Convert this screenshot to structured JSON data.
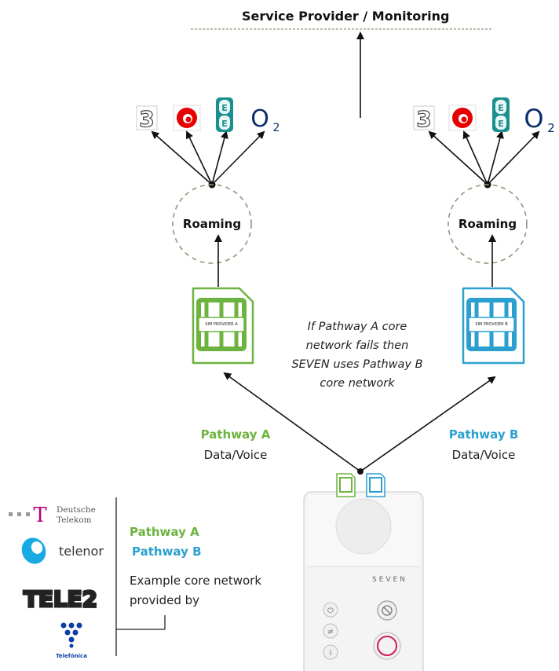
{
  "title": "Service Provider / Monitoring",
  "roaming_label": "Roaming",
  "operators": [
    "3",
    "Vodafone",
    "EE",
    "O2"
  ],
  "o2_text": "O",
  "o2_sub": "2",
  "ee_letter": "E",
  "three_text": "3",
  "sim_a_label": "SIM PROVIDER A",
  "sim_b_label": "SIM PROVIDER B",
  "failover_note": [
    "If Pathway A core",
    "network fails then",
    "SEVEN uses Pathway B",
    "core network"
  ],
  "pathway_a": {
    "name": "Pathway A",
    "sub": "Data/Voice"
  },
  "pathway_b": {
    "name": "Pathway B",
    "sub": "Data/Voice"
  },
  "legend": {
    "pathway_a": "Pathway A",
    "pathway_b": "Pathway B",
    "example_lines": [
      "Example core network",
      "provided by"
    ]
  },
  "core_providers": {
    "deutsche_telekom": [
      "Deutsche",
      "Telekom"
    ],
    "telenor": "telenor",
    "tele2": "TELE2",
    "telefonica": "Telefónica"
  },
  "device_brand": "SEVEN",
  "colors": {
    "green": "#6db33f",
    "blue": "#2ba0d0",
    "dash": "#8a9a78",
    "vodafone": "#e60000",
    "ee": "#1a8f8f",
    "o2": "#0b2c6e",
    "magenta": "#b5006e"
  }
}
